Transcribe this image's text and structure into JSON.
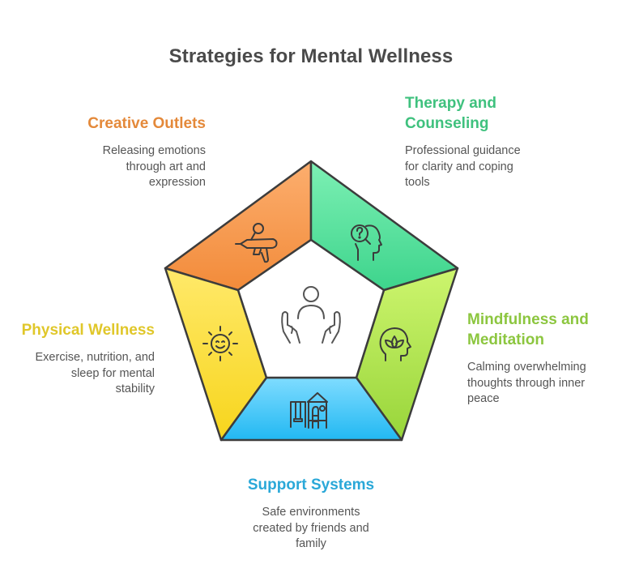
{
  "title": "Strategies for Mental Wellness",
  "center": {
    "icon": "person-in-hands-icon"
  },
  "segments": [
    {
      "id": "creative",
      "heading": "Creative Outlets",
      "description_lines": [
        "Releasing emotions",
        "through art and",
        "expression"
      ],
      "color": "#e4893a",
      "fill_top": "#fcae6e",
      "fill_bottom": "#f28b3a",
      "icon": "glue-gun-icon"
    },
    {
      "id": "therapy",
      "heading_lines": [
        "Therapy and",
        "Counseling"
      ],
      "description_lines": [
        "Professional guidance",
        "for clarity and coping",
        "tools"
      ],
      "color": "#3fc17e",
      "fill_top": "#7df0b4",
      "fill_bottom": "#3dd48c",
      "icon": "head-question-magnifier-icon"
    },
    {
      "id": "mindfulness",
      "heading_lines": [
        "Mindfulness and",
        "Meditation"
      ],
      "description_lines": [
        "Calming overwhelming",
        "thoughts through inner",
        "peace"
      ],
      "color": "#8cc63f",
      "fill_top": "#cdf56e",
      "fill_bottom": "#98d53a",
      "icon": "head-lotus-icon"
    },
    {
      "id": "support",
      "heading": "Support Systems",
      "description_lines": [
        "Safe environments",
        "created by friends and",
        "family"
      ],
      "color": "#2aa8d8",
      "fill_top": "#7fdcff",
      "fill_bottom": "#22b8f2",
      "icon": "playground-icon"
    },
    {
      "id": "physical",
      "heading": "Physical Wellness",
      "description_lines": [
        "Exercise, nutrition, and",
        "sleep for mental",
        "stability"
      ],
      "color": "#e0c72a",
      "fill_top": "#ffe96a",
      "fill_bottom": "#f7d51c",
      "icon": "smiling-sun-icon"
    }
  ],
  "outline_color": "#3c3c3c",
  "icon_color": "#3b3b3b",
  "center_icon_color": "#555555"
}
